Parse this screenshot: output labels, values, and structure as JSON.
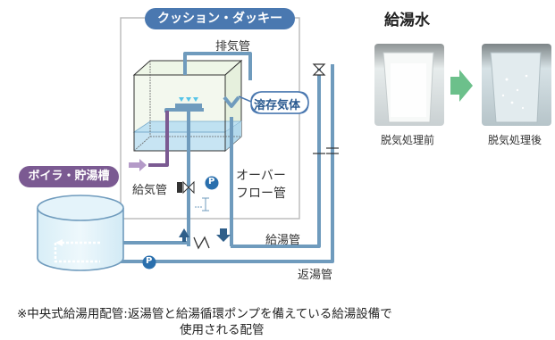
{
  "diagram": {
    "box_title": "クッション・ダッキー",
    "exhaust_pipe": "排気管",
    "dissolved_gas": "溶存気体",
    "overflow_pipe_line1": "オーバー",
    "overflow_pipe_line2": "フロー管",
    "intake_pipe": "給気管",
    "boiler": "ボイラ・貯湯槽",
    "supply_pipe": "給湯管",
    "return_pipe": "返湯管",
    "pump_symbol": "P"
  },
  "photos": {
    "title": "給湯水",
    "before_caption": "脱気処理前",
    "after_caption": "脱気処理後"
  },
  "footnote": {
    "line1": "※中央式給湯用配管:返湯管と給湯循環ポンプを備えている給湯設備で",
    "line2": "使用される配管"
  },
  "colors": {
    "pipe_blue": "#6f9bbd",
    "pill_blue": "#4a78b0",
    "pill_purple": "#7b5a92",
    "arrow_green": "#6cc08b",
    "water_blue": "#c7e4f3"
  }
}
